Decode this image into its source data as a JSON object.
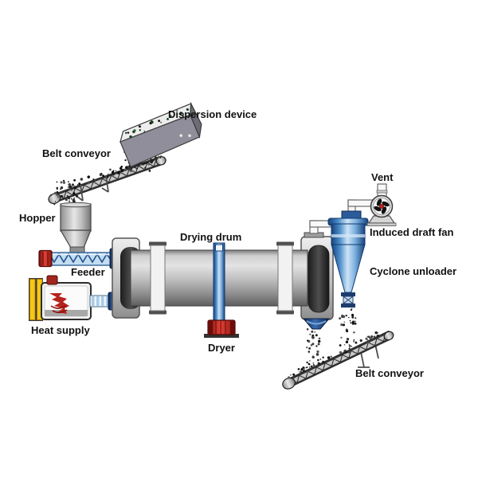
{
  "diagram": {
    "labels": {
      "dispersion_device": "Dispersion device",
      "belt_conveyor_top": "Belt conveyor",
      "hopper": "Hopper",
      "feeder": "Feeder",
      "heat_supply": "Heat supply",
      "drying_drum": "Drying drum",
      "dryer": "Dryer",
      "vent": "Vent",
      "induced_draft_fan": "Induced draft fan",
      "cyclone_unloader": "Cyclone unloader",
      "belt_conveyor_bottom": "Belt conveyor"
    },
    "colors": {
      "background": "#ffffff",
      "label_text": "#111111",
      "metal_gray_light": "#dedede",
      "metal_gray_dark": "#6e6e6e",
      "equipment_blue_dark": "#16427c",
      "equipment_blue_light": "#b5d5ef",
      "motor_red": "#bb231d",
      "heat_supply_yellow": "#f4c411"
    }
  }
}
